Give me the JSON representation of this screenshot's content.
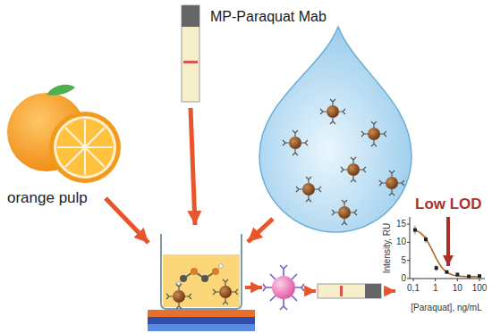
{
  "diagram": {
    "nodes": [
      {
        "text": [
          "MP-Paraquat Mab"
        ]
      }
    ],
    "labels": [
      "orange pulp",
      "Low LOD",
      "15",
      "10",
      "5",
      "0",
      "Intensity, RU",
      "0,1",
      "1",
      "10",
      "100",
      "[Paraquat], ng/mL"
    ]
  }
}
